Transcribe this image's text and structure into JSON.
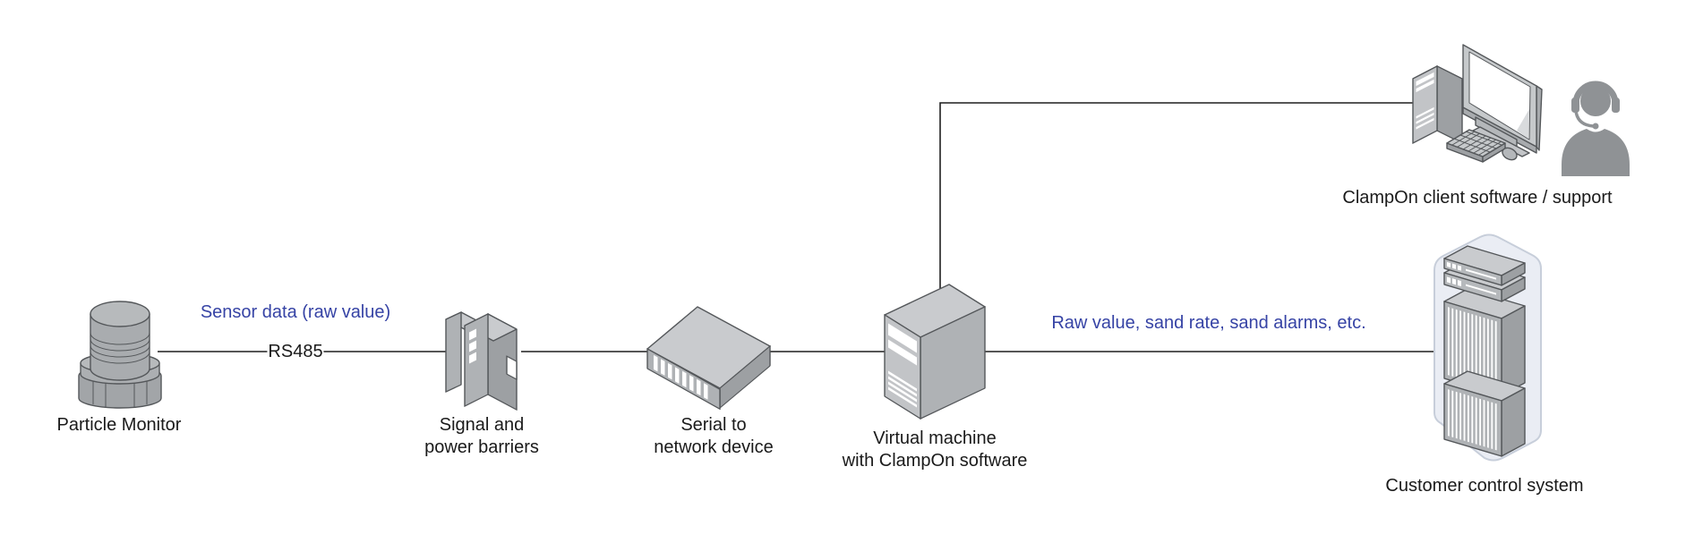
{
  "diagram": {
    "nodes": {
      "particle_monitor": {
        "label": "Particle Monitor"
      },
      "signal_barriers": {
        "line1": "Signal and",
        "line2": "power barriers"
      },
      "serial_device": {
        "line1": "Serial to",
        "line2": "network device"
      },
      "virtual_machine": {
        "line1": "Virtual machine",
        "line2": "with ClampOn software"
      },
      "client_software": {
        "label": "ClampOn client software / support"
      },
      "control_system": {
        "label": "Customer control system"
      }
    },
    "annotations": {
      "sensor_data": "Sensor data (raw value)",
      "rs485": "RS485",
      "raw_value": "Raw value, sand rate, sand alarms, etc."
    },
    "colors": {
      "annotation_blue": "#3643A5",
      "text_black": "#1A1A1A",
      "connector": "#1F1F1F",
      "icon_fill_light": "#C9CBCE",
      "icon_fill_mid": "#AFB2B5",
      "icon_fill_dark": "#9DA0A3",
      "icon_outline": "#54575A",
      "rack_bg": "#EAEDF4",
      "rack_border": "#C7CEDA",
      "background": "#FFFFFF"
    }
  }
}
